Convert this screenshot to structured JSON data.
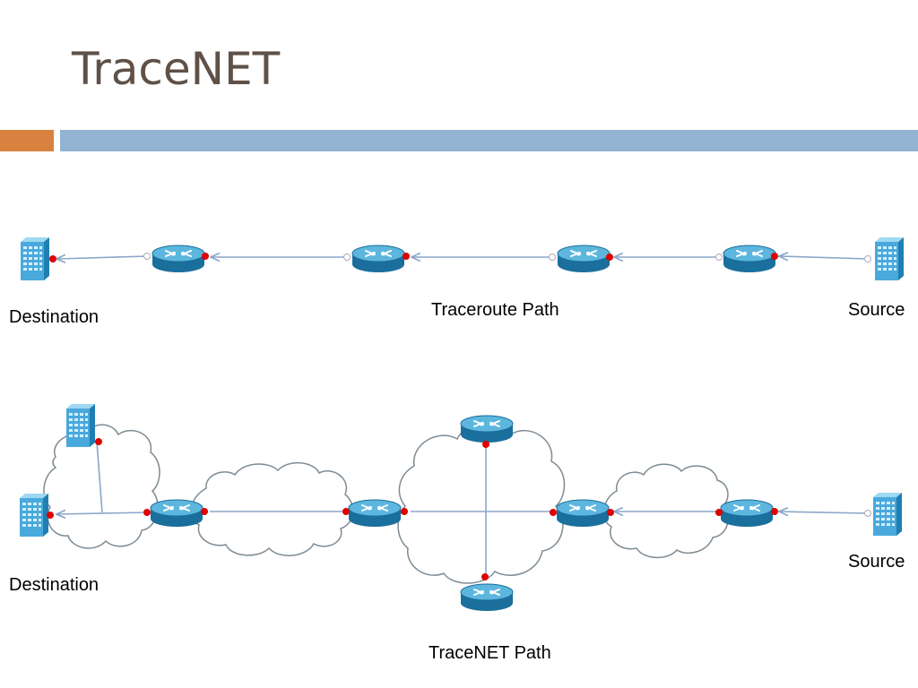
{
  "slide": {
    "title": "TraceNET",
    "accent_color": "#d9813f",
    "bar_color": "#92b3d2"
  },
  "traceroute_diagram": {
    "caption": "Traceroute Path",
    "destination_label": "Destination",
    "source_label": "Source",
    "router_count": 4
  },
  "tracenet_diagram": {
    "caption": "TraceNET Path",
    "destination_label": "Destination",
    "source_label": "Source",
    "router_count": 6,
    "subnet_clouds": 4
  },
  "colors": {
    "router_body": "#1e84b8",
    "router_top": "#5fb8de",
    "host_body": "#4aa8dc",
    "interface_dot": "#e00000",
    "link_line": "#8aa6c8",
    "cloud_stroke": "#7d8b94"
  },
  "icons": [
    "router-icon",
    "server-host-icon",
    "cloud-icon"
  ]
}
